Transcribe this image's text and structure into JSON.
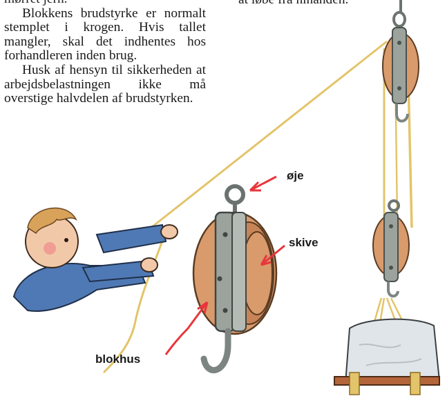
{
  "text": {
    "top_fragment_left": "mørret jern.",
    "top_fragment_right": "at løbe fra hinanden.",
    "paragraph_1": "Blokkens brudstyrke er normalt stemplet i krogen. Hvis tallet mangler, skal det indhentes hos forhandleren inden brug.",
    "paragraph_2": "Husk af hensyn til sikkerheden at arbejdsbelastningen ikke må overstige halvdelen af brudstyrken."
  },
  "labels": {
    "eye": "øje",
    "sheave": "skive",
    "block_body": "blokhus"
  },
  "colors": {
    "rope": "#e3c46a",
    "arrow": "#e8363b",
    "wood": "#d99a6c",
    "metal": "#9ba39c",
    "shirt": "#4f79b4",
    "stone": "#dfe5e8",
    "plank": "#b5653a"
  }
}
